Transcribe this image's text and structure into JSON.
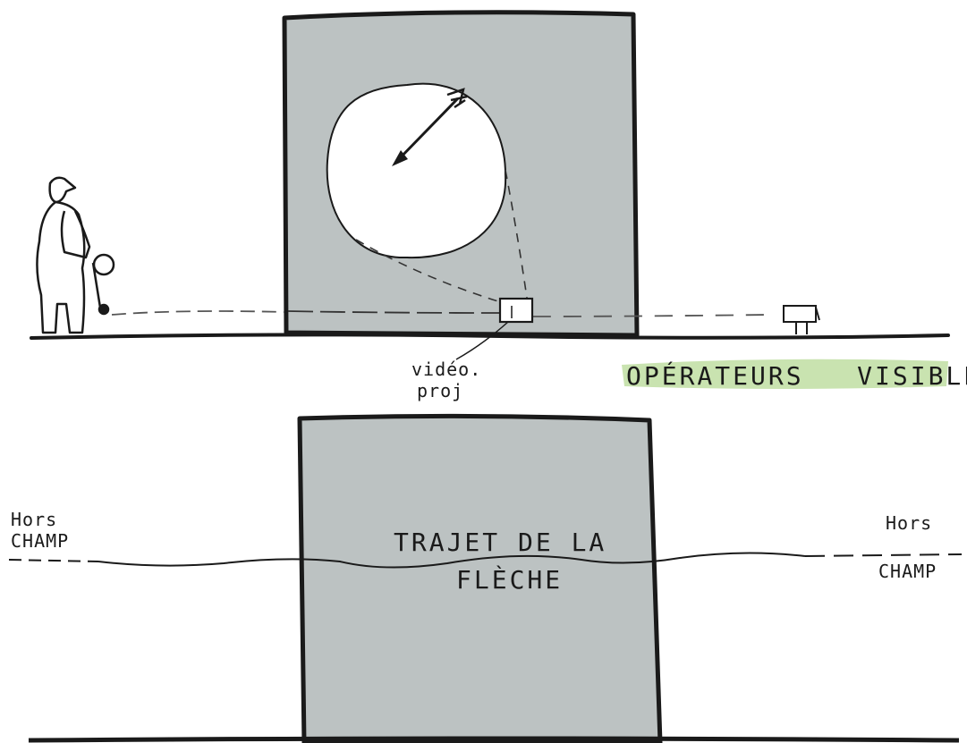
{
  "colors": {
    "panel_fill": "#bcc2c2",
    "ink": "#1a1a1a",
    "highlight": "#c9e3b0",
    "background": "#ffffff"
  },
  "top_view": {
    "projector_label_line1": "vidéo.",
    "projector_label_line2": "proj",
    "operators_label": "OPÉRATEURS   VISIBLES",
    "icons": [
      "person-icon",
      "projector-icon",
      "arrow-icon",
      "camera-icon"
    ]
  },
  "bottom_view": {
    "left_label_line1": "Hors",
    "left_label_line2": "CHAMP",
    "right_label_line1": "Hors",
    "right_label_line2": "CHAMP",
    "path_label_line1": "TRAJET DE LA",
    "path_label_line2": "FLÈCHE"
  }
}
